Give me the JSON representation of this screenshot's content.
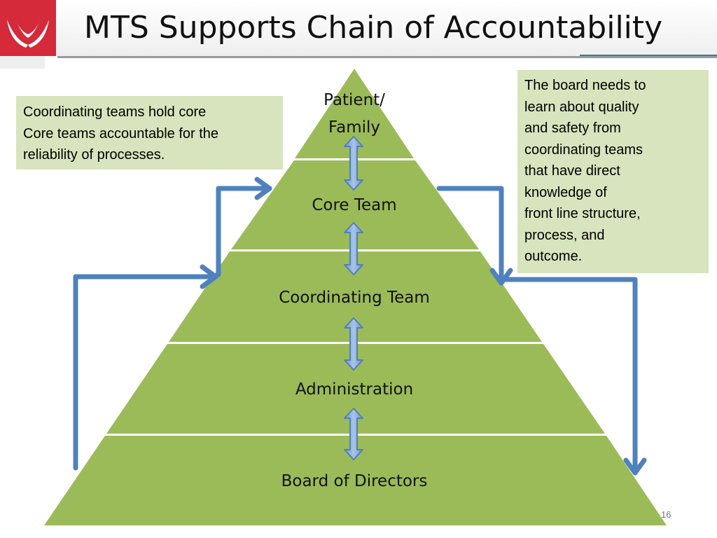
{
  "slide": {
    "title": "MTS Supports Chain of Accountability",
    "number": "16",
    "logo_icon": "chevron-logo-icon",
    "colors": {
      "logo": "#d42a3a",
      "tier_fill": "#9bbb59",
      "note_fill": "#d7e4bd",
      "arrow": "#4f81bd",
      "arrow_light": "#aac4e6"
    }
  },
  "pyramid": {
    "tiers": [
      {
        "label_lines": [
          "Patient/",
          "Family"
        ]
      },
      {
        "label_lines": [
          "Core Team"
        ]
      },
      {
        "label_lines": [
          "Coordinating Team"
        ]
      },
      {
        "label_lines": [
          "Administration"
        ]
      },
      {
        "label_lines": [
          "Board of Directors"
        ]
      }
    ]
  },
  "notes": {
    "left_lines": [
      "Coordinating teams hold core",
      "Core teams accountable for the",
      "reliability of processes."
    ],
    "right_lines": [
      "The board needs to",
      "learn about quality",
      "and safety from",
      "coordinating teams",
      "that have direct",
      "knowledge of",
      "front line structure,",
      "process, and",
      "outcome."
    ]
  }
}
